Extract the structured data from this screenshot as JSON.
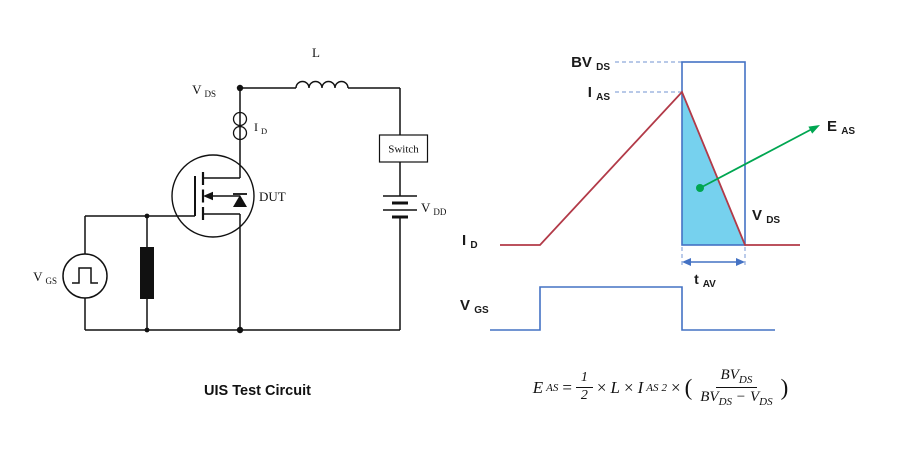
{
  "circuit": {
    "caption": "UIS Test Circuit",
    "labels": {
      "vds": {
        "base": "V",
        "sub": "DS"
      },
      "id": {
        "base": "I",
        "sub": "D"
      },
      "inductor": "L",
      "dut": "DUT",
      "switch": "Switch",
      "vdd": {
        "base": "V",
        "sub": "DD"
      },
      "vgs": {
        "base": "V",
        "sub": "GS"
      }
    }
  },
  "waveform": {
    "labels": {
      "bvds": {
        "base": "BV",
        "sub": "DS"
      },
      "ias": {
        "base": "I",
        "sub": "AS"
      },
      "eas": {
        "base": "E",
        "sub": "AS"
      },
      "vds": {
        "base": "V",
        "sub": "DS"
      },
      "id": {
        "base": "I",
        "sub": "D"
      },
      "tav": {
        "base": "t",
        "sub": "AV"
      },
      "vgs": {
        "base": "V",
        "sub": "GS"
      }
    },
    "colors": {
      "trace_red": "#b23a48",
      "id_red": "#c00000",
      "blue": "#4472c4",
      "fill_cyan": "#76d1ee",
      "green": "#00a651",
      "guide": "#8ea9db"
    }
  },
  "formula": {
    "e_base": "E",
    "e_sub": "AS",
    "equals": "=",
    "half_num": "1",
    "half_den": "2",
    "times": "×",
    "l": "L",
    "i_base": "I",
    "i_sub": "AS",
    "i_sup": "2",
    "open_paren": "(",
    "close_paren": ")",
    "num_base": "BV",
    "num_sub": "DS",
    "den_base1": "BV",
    "den_sub1": "DS",
    "minus": "−",
    "den_base2": "V",
    "den_sub2": "DS"
  }
}
